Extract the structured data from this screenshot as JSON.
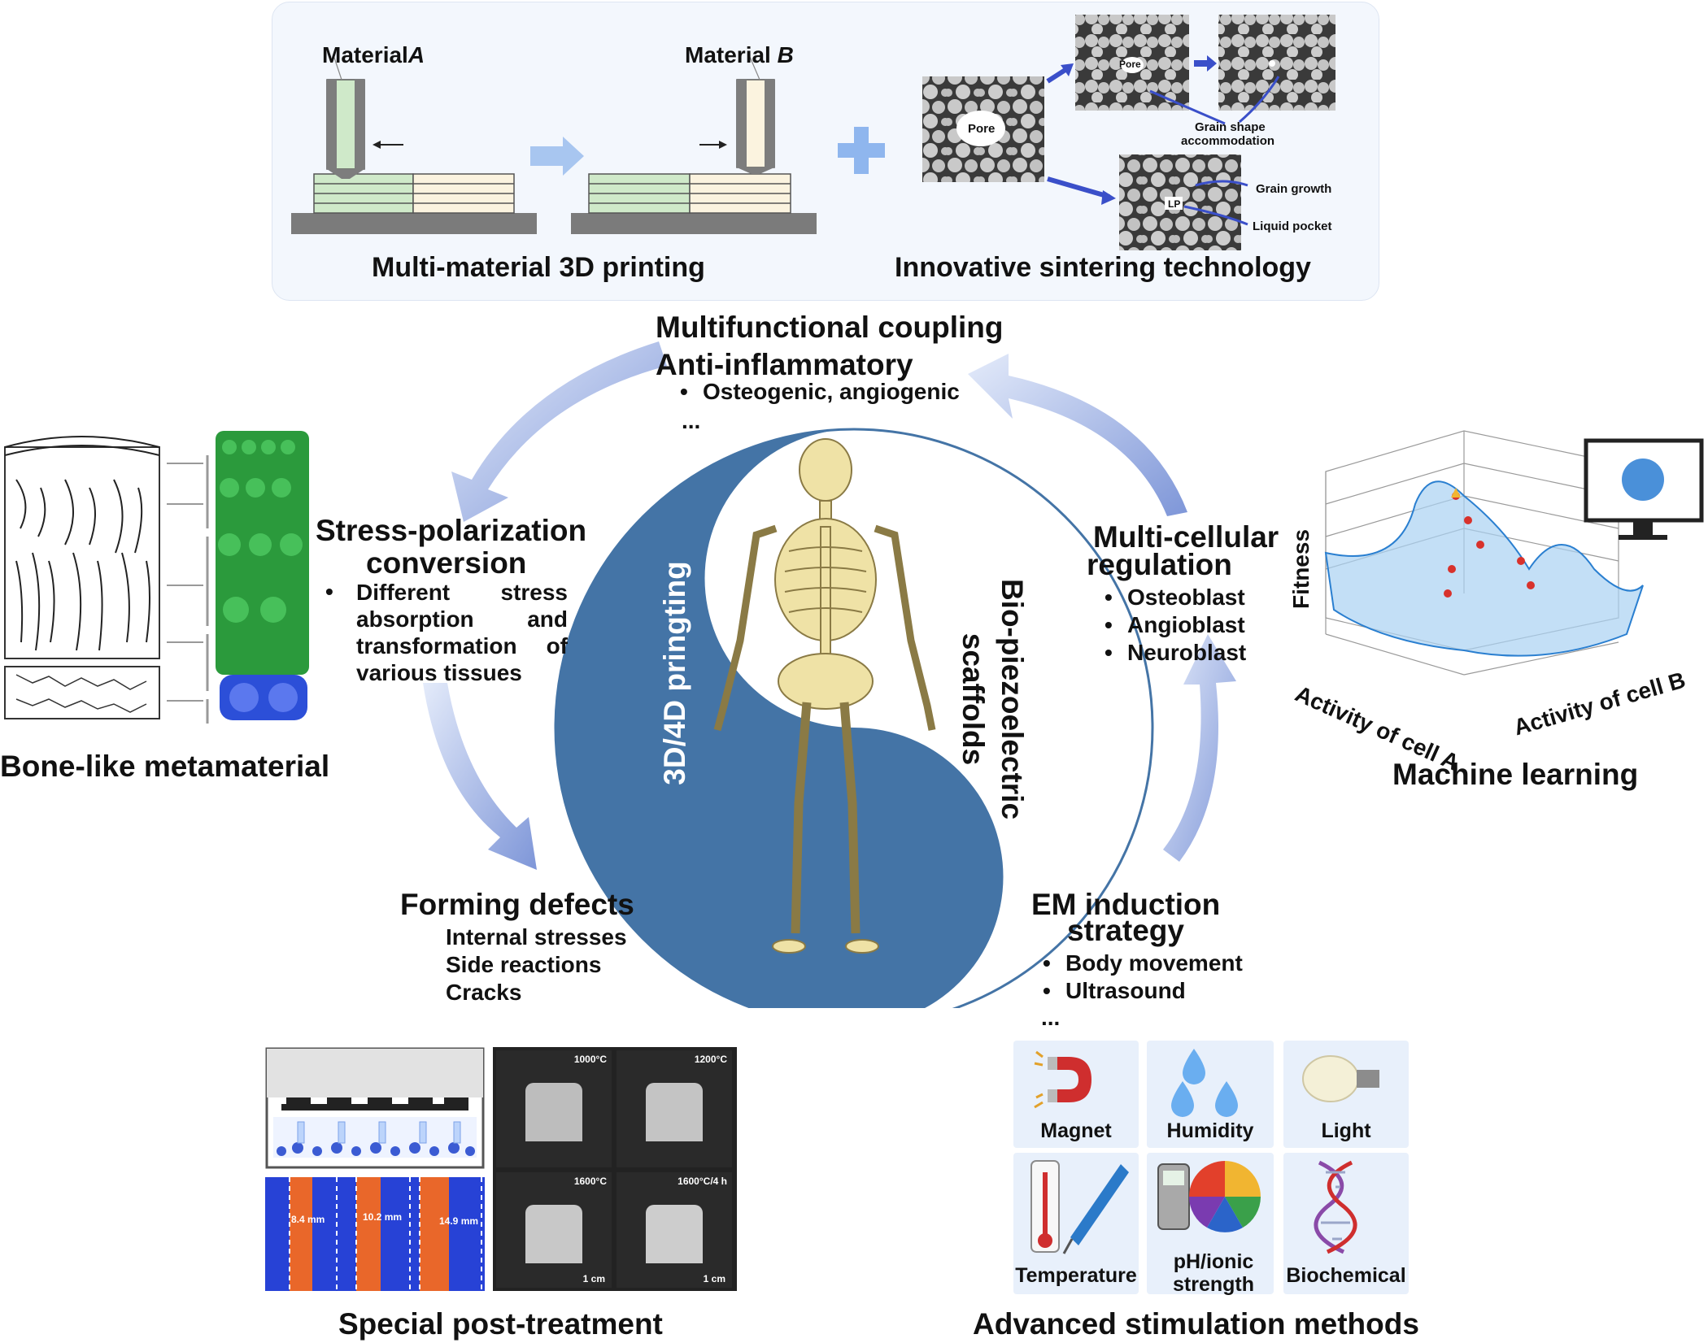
{
  "top": {
    "material_a_prefix": "Material",
    "material_a_letter": "A",
    "material_b_prefix": "Material ",
    "material_b_letter": "B",
    "printing_title": "Multi-material 3D printing",
    "sintering_title": "Innovative sintering technology",
    "pore_label_1": "Pore",
    "pore_label_2": "Pore",
    "grain_shape": "Grain shape",
    "accommodation": "accommodation",
    "grain_growth": "Grain growth",
    "liquid_pocket": "Liquid pocket",
    "lp": "LP"
  },
  "center": {
    "top_title": "Multifunctional coupling",
    "top_line2": "Anti-inflammatory",
    "top_bullet": "Osteogenic, angiogenic",
    "top_dots": "...",
    "yin_label": "3D/4D pringting",
    "yang_label_1": "Bio-piezoelectric",
    "yang_label_2": "scaffolds"
  },
  "left": {
    "stress_title_1": "Stress-polarization",
    "stress_title_2": "conversion",
    "stress_bullet": "Different stress absorption and transformation of various tissues",
    "bone_title": "Bone-like metamaterial"
  },
  "right": {
    "mc_title_1": "Multi-cellular",
    "mc_title_2": "regulation",
    "mc_items": [
      "Osteoblast",
      "Angioblast",
      "Neuroblast"
    ],
    "fitness": "Fitness",
    "cell_a": "Activity of cell A",
    "cell_b": "Activity of cell B",
    "ml_title": "Machine learning"
  },
  "bottom_left": {
    "defects_title": "Forming defects",
    "defects_items": [
      "Internal stresses",
      "Side reactions",
      "Cracks"
    ],
    "temps": [
      "1000°C",
      "1200°C",
      "1600°C",
      "1600°C/4 h"
    ],
    "scale": "1 cm",
    "widths": [
      "8.4 mm",
      "10.2 mm",
      "14.9 mm"
    ],
    "post_title": "Special post-treatment"
  },
  "bottom_right": {
    "em_title_1": "EM induction",
    "em_title_2": "strategy",
    "em_items": [
      "Body movement",
      "Ultrasound"
    ],
    "em_dots": "...",
    "tiles": [
      "Magnet",
      "Humidity",
      "Light",
      "Temperature",
      "pH/ionic strength",
      "Biochemical"
    ],
    "adv_title": "Advanced stimulation methods"
  },
  "colors": {
    "panel": "#f3f7fd",
    "yin_blue": "#4474a6",
    "arrow_blue": "#7e96d8",
    "grain_grey": "#bdbdbd",
    "green": "#2b9a3c",
    "bone": "#efe2a6"
  }
}
